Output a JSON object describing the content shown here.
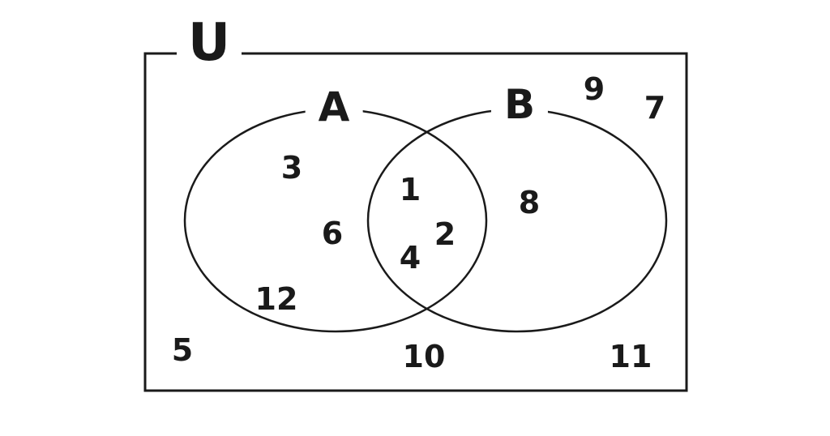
{
  "diagram": {
    "type": "venn",
    "universe_label": "U",
    "set_a_label": "A",
    "set_b_label": "B",
    "colors": {
      "stroke": "#1a1a1a",
      "background": "#ffffff"
    }
  },
  "sets": {
    "a_only": [
      "3",
      "6",
      "12"
    ],
    "intersection": [
      "1",
      "2",
      "4"
    ],
    "b_only": [
      "8"
    ],
    "outside_sets_inside_universe": [
      "9",
      "7",
      "5",
      "10",
      "11"
    ]
  },
  "numbers": [
    {
      "value": "3",
      "region": "a-only"
    },
    {
      "value": "6",
      "region": "a-only"
    },
    {
      "value": "12",
      "region": "a-only"
    },
    {
      "value": "1",
      "region": "intersection"
    },
    {
      "value": "2",
      "region": "intersection"
    },
    {
      "value": "4",
      "region": "intersection"
    },
    {
      "value": "8",
      "region": "b-only"
    },
    {
      "value": "9",
      "region": "universe"
    },
    {
      "value": "7",
      "region": "universe"
    },
    {
      "value": "5",
      "region": "universe"
    },
    {
      "value": "10",
      "region": "universe"
    },
    {
      "value": "11",
      "region": "universe"
    }
  ]
}
